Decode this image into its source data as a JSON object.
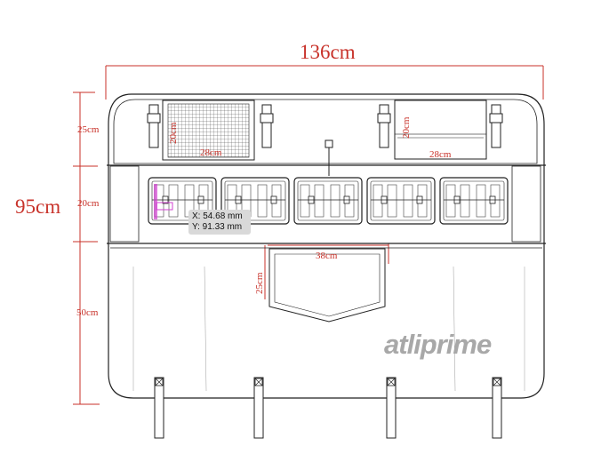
{
  "dimensions": {
    "total_width": "136cm",
    "total_height": "95cm",
    "top_section_height": "25cm",
    "middle_section_height": "20cm",
    "bottom_section_height": "50cm",
    "left_pocket_width": "28cm",
    "left_pocket_height": "20cm",
    "right_pocket_width": "28cm",
    "right_pocket_height": "20cm",
    "center_pocket_width": "38cm",
    "center_pocket_height": "25cm"
  },
  "cursor_readout": {
    "x": "X: 54.68 mm",
    "y": "Y: 91.33 mm"
  },
  "brand": {
    "logo_text": "atliprime"
  },
  "colors": {
    "dimension_red": "#c8322a",
    "line": "#222222",
    "logo_gray": "#a8a8a8",
    "tooltip_bg": "#d9d9d9",
    "cursor_marker": "#d040d0"
  }
}
